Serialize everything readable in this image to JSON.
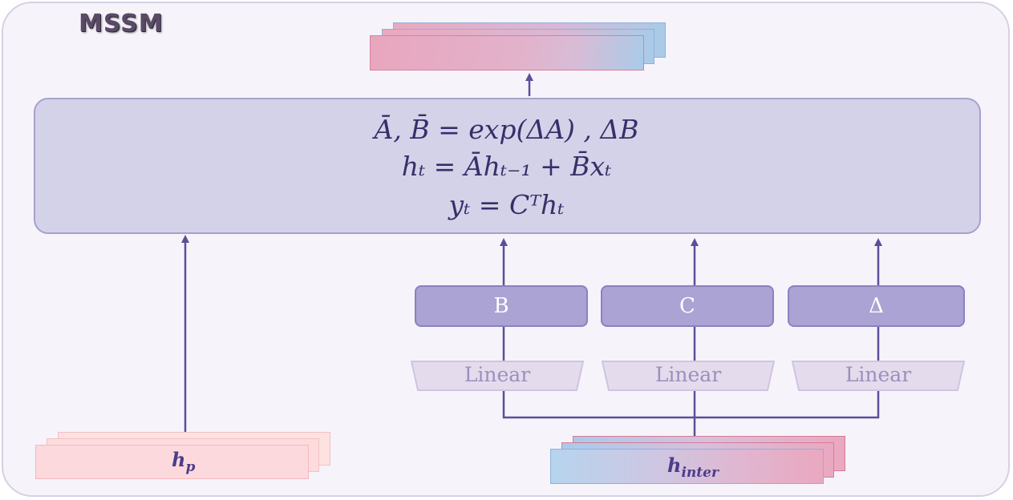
{
  "title": "MSSM",
  "equations": {
    "line1": "Ā, B̄ = exp(ΔA) , ΔB",
    "line2": "hₜ = Āhₜ₋₁ + B̄xₜ",
    "line3": "yₜ = Cᵀhₜ"
  },
  "params": {
    "b": "B",
    "c": "C",
    "delta": "Δ"
  },
  "linear_layers": {
    "l1": "Linear",
    "l2": "Linear",
    "l3": "Linear"
  },
  "inputs": {
    "hp": {
      "base": "h",
      "sub": "p"
    },
    "hinter": {
      "base": "h",
      "sub": "inter"
    }
  },
  "colors": {
    "arrow": "#5b4f99",
    "pink": "#eaa8bf",
    "blue": "#a9cbe8",
    "peach": "#fcd9dc"
  }
}
